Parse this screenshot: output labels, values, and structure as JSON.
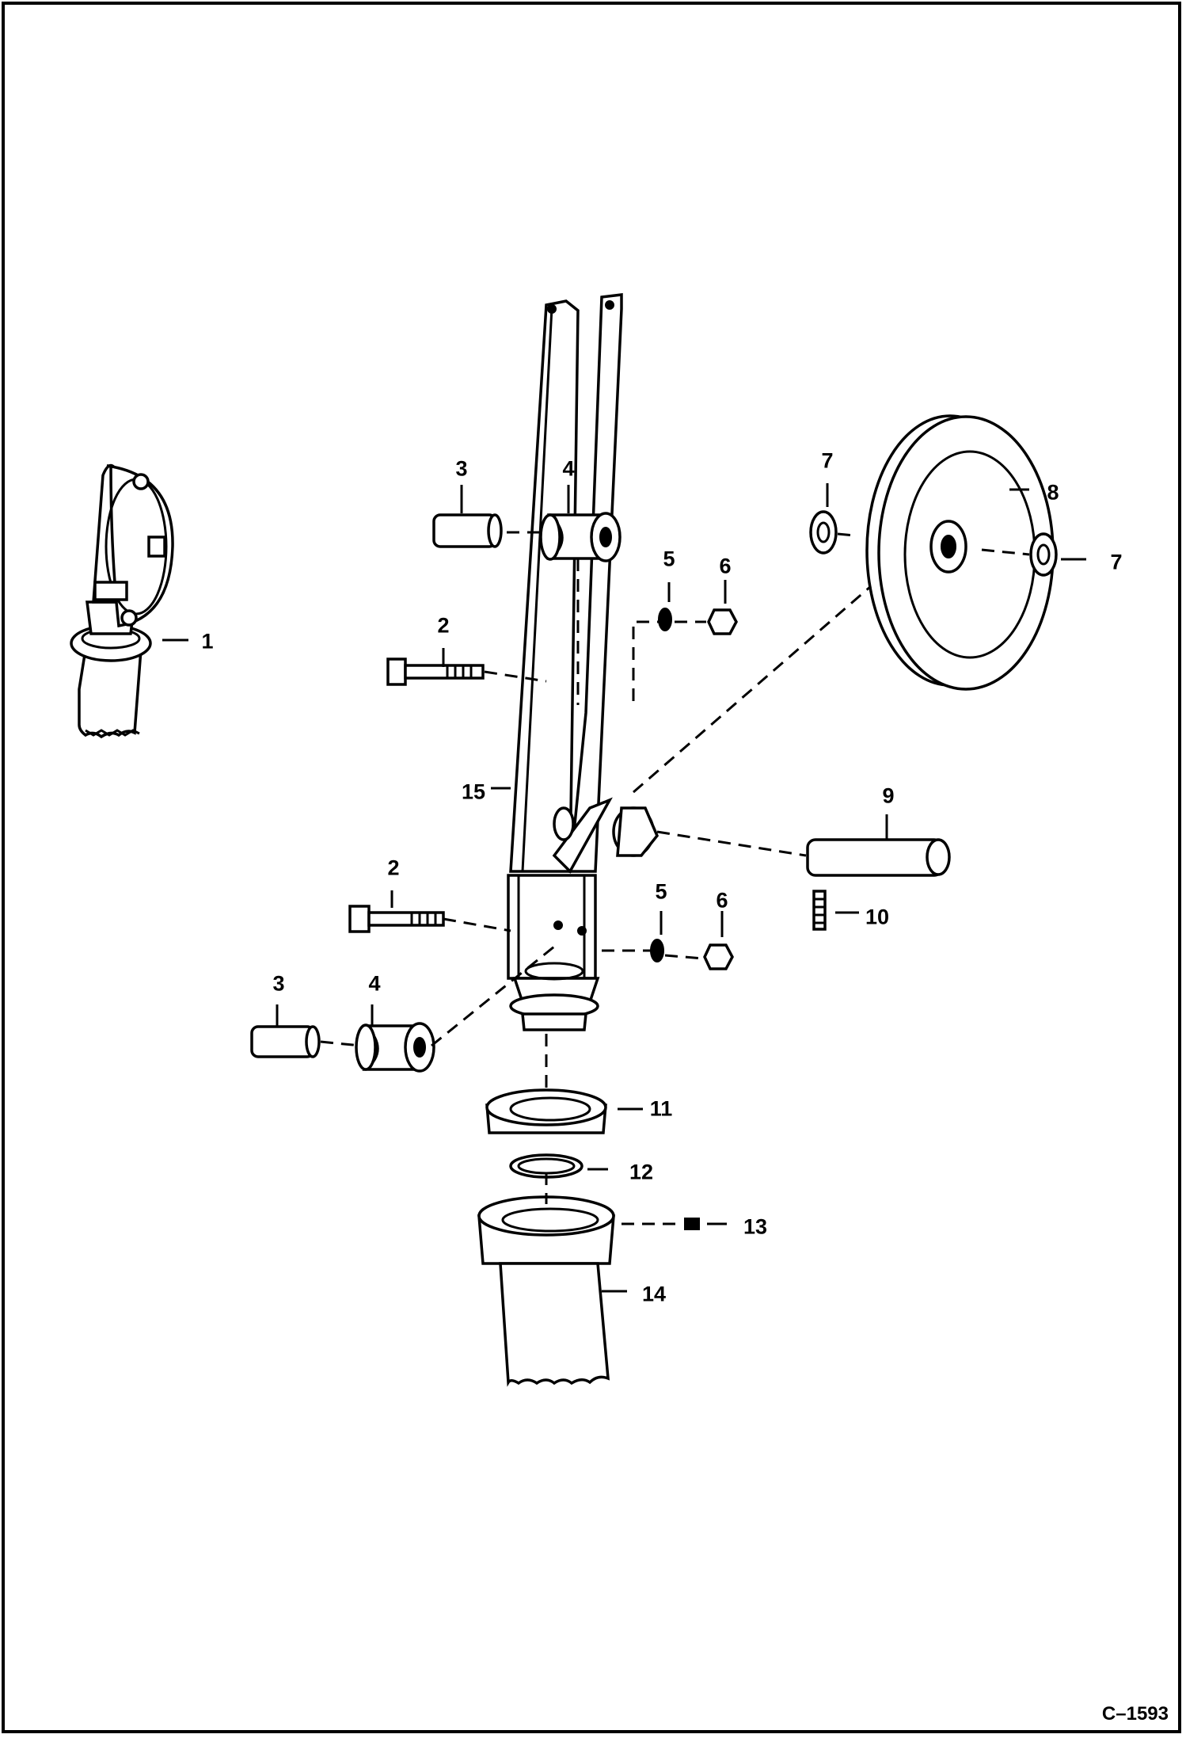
{
  "figure_id": "C–1593",
  "callouts": [
    "1",
    "2",
    "3",
    "4",
    "5",
    "6",
    "7",
    "8",
    "9",
    "10",
    "11",
    "12",
    "13",
    "14",
    "15"
  ],
  "colors": {
    "ink": "#000000",
    "paper": "#ffffff"
  }
}
